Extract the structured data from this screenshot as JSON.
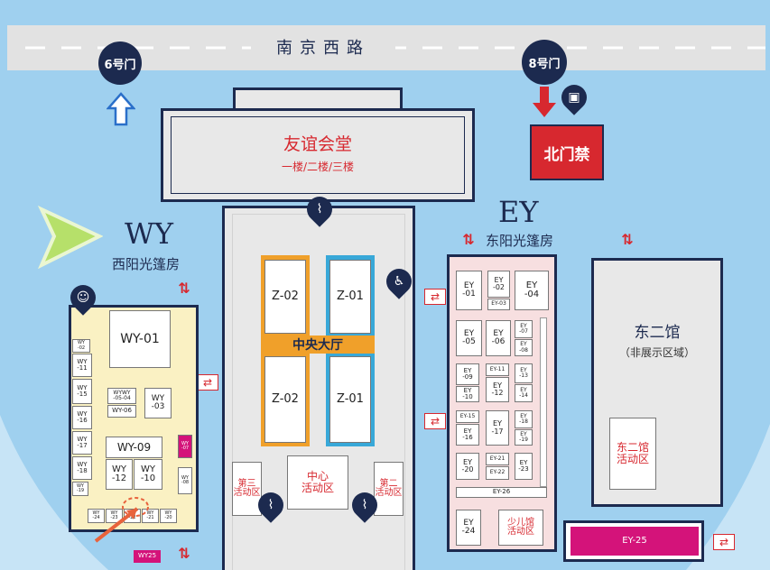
{
  "road": {
    "name": "南京西路"
  },
  "gates": {
    "gate6": "6号门",
    "gate8": "8号门"
  },
  "north_gate": {
    "label": "北门禁"
  },
  "friendship_hall": {
    "title": "友谊会堂",
    "floors": "一楼/二楼/三楼"
  },
  "central_hall": {
    "label": "中央大厅",
    "z02": "Z-02",
    "z01": "Z-01",
    "center_activity": "中心\n活动区",
    "third_activity": "第三\n活动区",
    "second_activity": "第二\n活动区"
  },
  "wy": {
    "code": "WY",
    "name": "西阳光篷房",
    "booths": {
      "wy01": "WY-01",
      "wy03": "WY\n-03",
      "wy06": "WY-06",
      "wy0504": "WYWY\n-05-04",
      "wy09": "WY-09",
      "wy12": "WY\n-12",
      "wy10": "WY\n-10",
      "wy02": "WY\n-02",
      "wy11": "WY\n-11",
      "wy15": "WY\n-15",
      "wy16": "WY\n-16",
      "wy17": "WY\n-17",
      "wy18": "WY\n-18",
      "wy19": "WY\n-19",
      "wy24": "WY\n-24",
      "wy23": "WY\n-23",
      "wy22": "WY\n-22",
      "wy21": "WY\n-21",
      "wy20": "WY\n-20",
      "wy08": "WY\n-08",
      "wy07": "WY\n-07",
      "wy25": "WY25"
    }
  },
  "ey": {
    "code": "EY",
    "name": "东阳光篷房",
    "booths": {
      "ey01": "EY\n-01",
      "ey02": "EY\n-02",
      "ey03": "EY-03",
      "ey04": "EY\n-04",
      "ey05": "EY\n-05",
      "ey06": "EY\n-06",
      "ey07": "EY\n-07",
      "ey08": "EY\n-08",
      "ey09": "EY\n-09",
      "ey10": "EY\n-10",
      "ey11": "EY-11",
      "ey12": "EY\n-12",
      "ey13": "EY\n-13",
      "ey14": "EY\n-14",
      "ey15": "EY-15",
      "ey16": "EY\n-16",
      "ey17": "EY\n-17",
      "ey18": "EY\n-18",
      "ey19": "EY\n-19",
      "ey20": "EY\n-20",
      "ey21": "EY-21",
      "ey22": "EY-22",
      "ey23": "EY\n-23",
      "ey26": "EY-26",
      "ey24": "EY\n-24",
      "kids": "少儿馆\n活动区",
      "ey25": "EY-25"
    }
  },
  "east2": {
    "title": "东二馆",
    "note": "（非展示区域）",
    "activity": "东二馆\n活动区"
  },
  "icons": [
    "stairs-icon",
    "restroom-icon",
    "baby-care-icon",
    "lounge-icon",
    "exit-icon",
    "arrow-up-icon",
    "arrow-down-icon"
  ],
  "colors": {
    "background": "#9fd0ef",
    "road": "#e2e2e2",
    "building": "#e8e8e8",
    "outline": "#1c2a4f",
    "wy_bg": "#faf1c3",
    "ey_bg": "#f7dfe0",
    "orange": "#f0a02a",
    "blue": "#38a8d8",
    "red": "#d7282f",
    "magenta": "#d4137a",
    "navy": "#1c2a4f"
  }
}
